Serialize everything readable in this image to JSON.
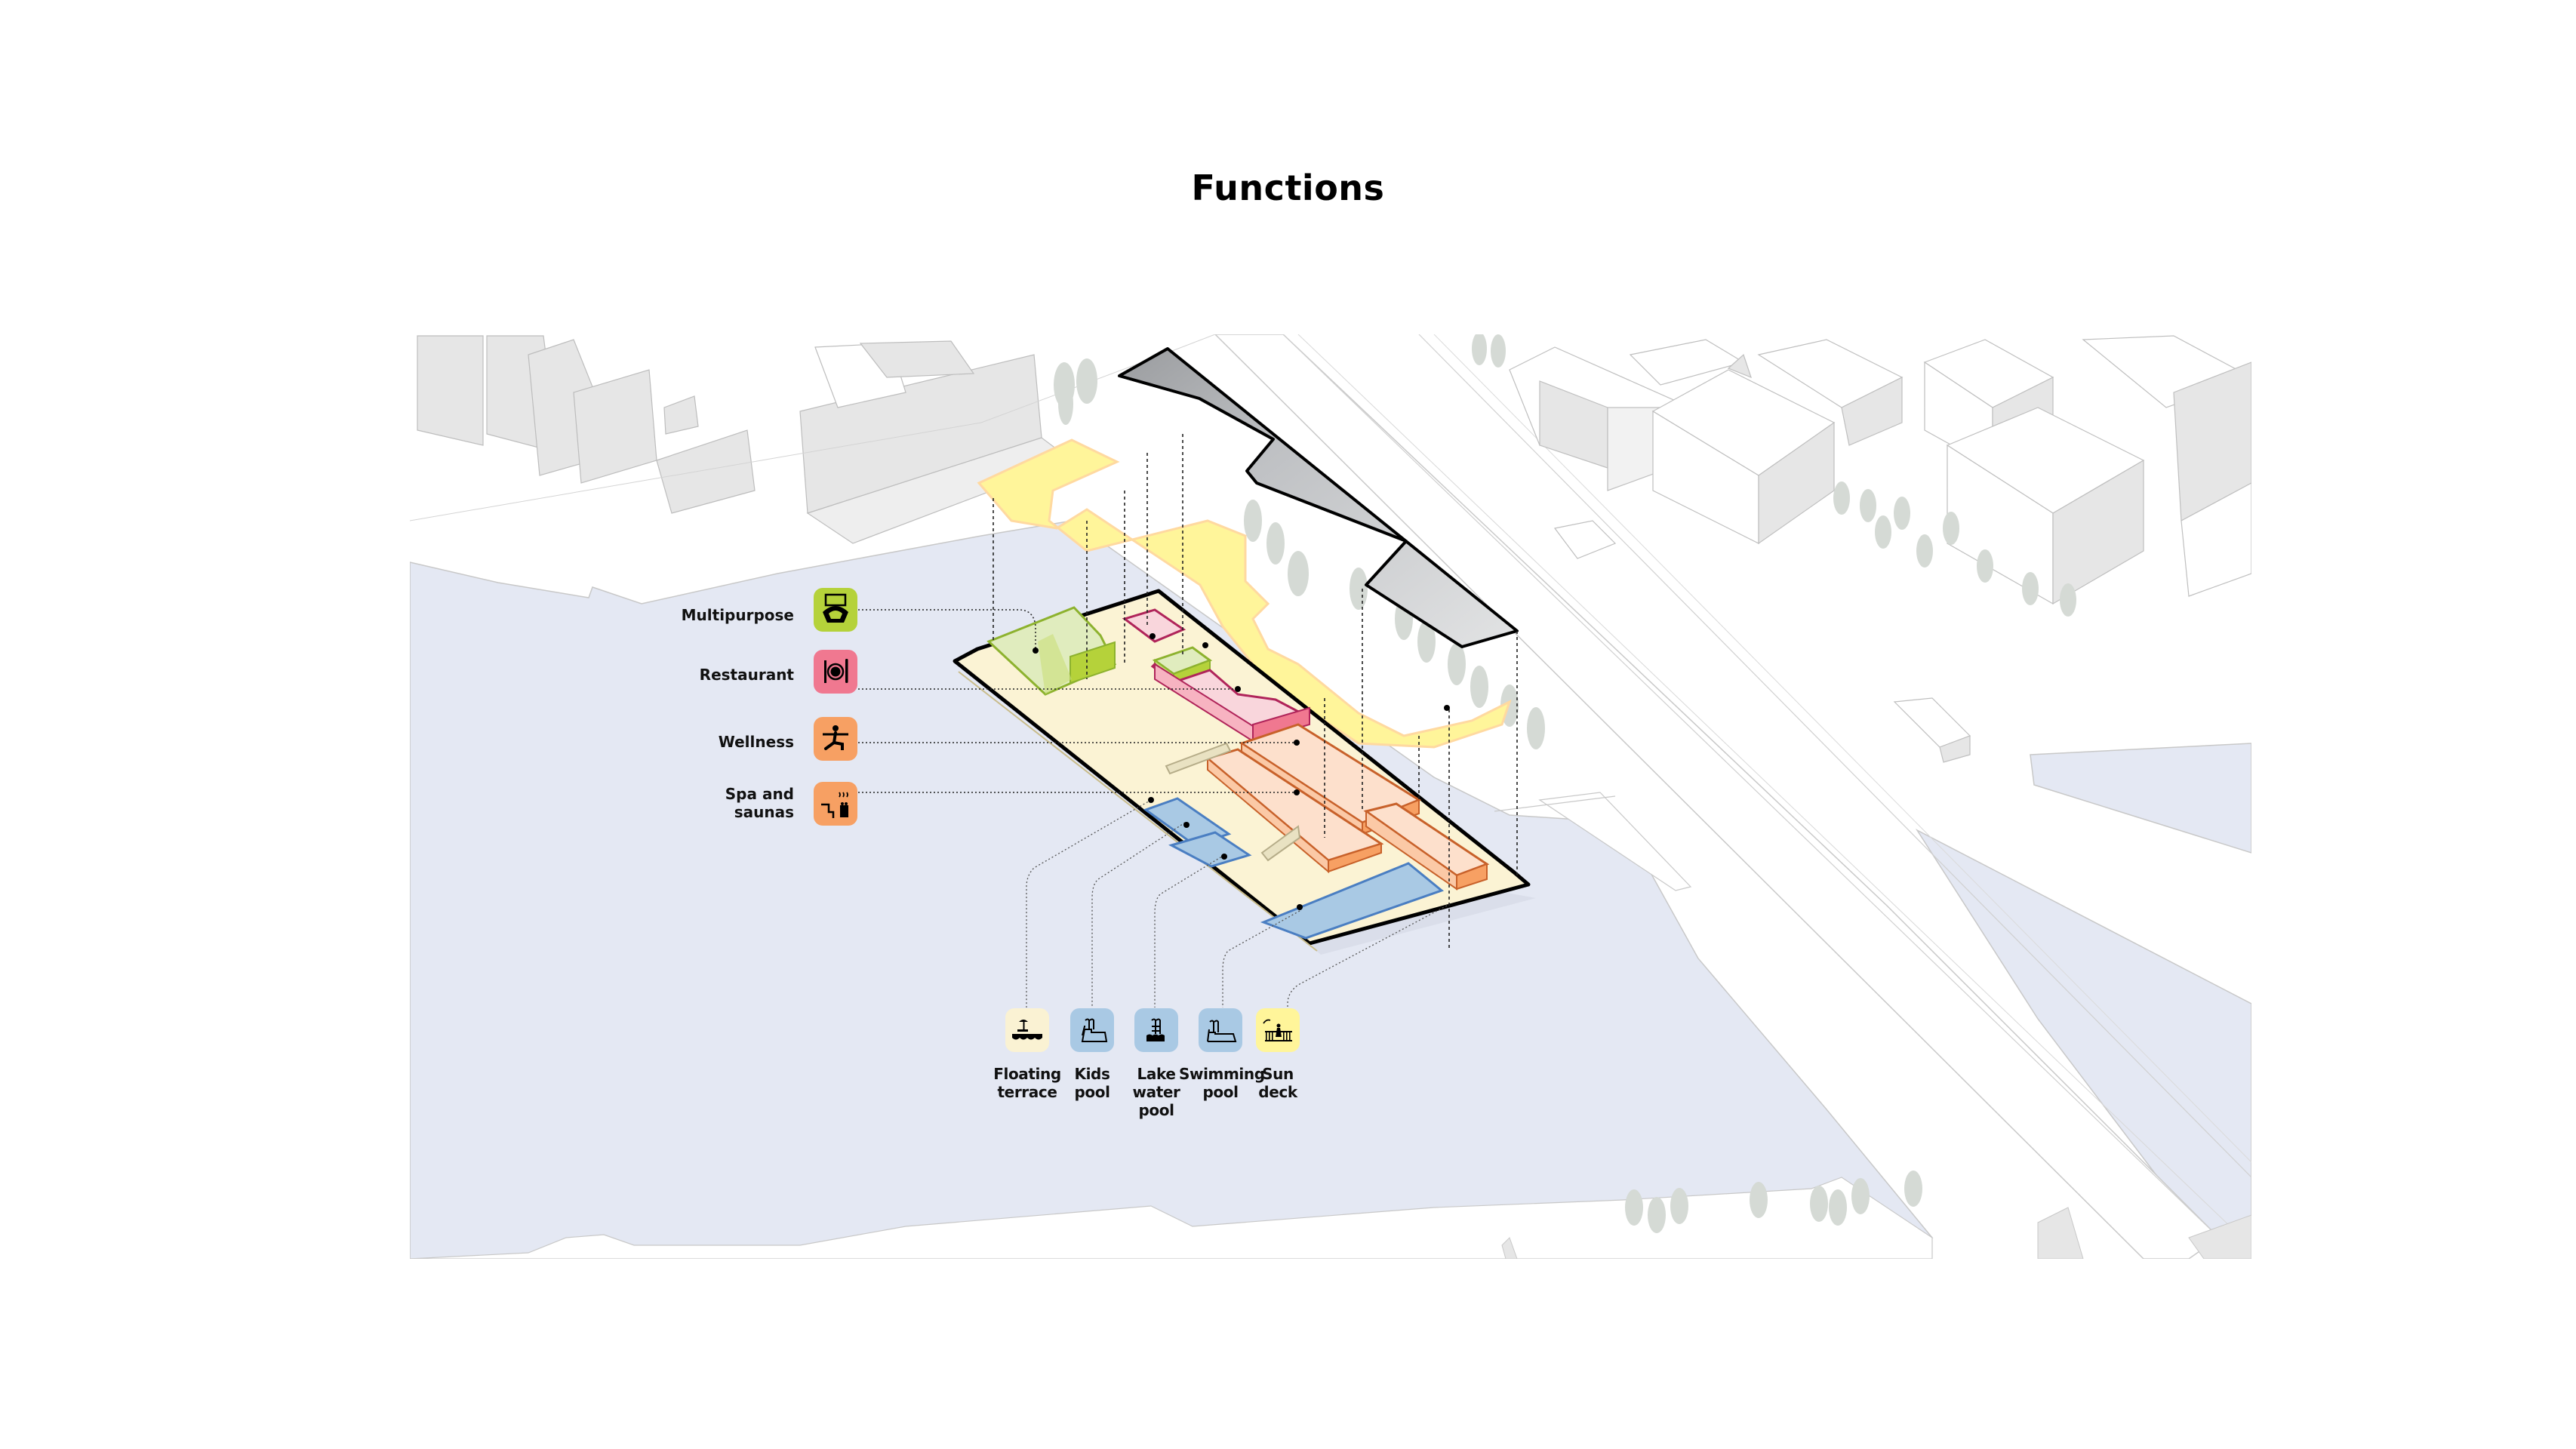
{
  "title": "Functions",
  "colors": {
    "water": "#E4E8F3",
    "land": "#FFFFFF",
    "building_shade": "#E5E5E5",
    "tree": "#D5DAD5",
    "deck": "#FBF3D4",
    "multipurpose": "#B5D23A",
    "multipurpose_light": "#E0ECBE",
    "restaurant": "#F07890",
    "restaurant_light": "#F9D6DC",
    "wellness": "#F7A063",
    "wellness_light": "#FDE0CC",
    "pool": "#A9C9E4",
    "pool_stroke": "#4A7EC2",
    "sun_deck": "#FFF59A",
    "floating_terrace": "#FAF2D3",
    "dark_building": "#BEC0C3"
  },
  "legend_left": [
    {
      "id": "multipurpose",
      "label": "Multipurpose",
      "icon": "conference-table-icon",
      "color": "#B5D23A"
    },
    {
      "id": "restaurant",
      "label": "Restaurant",
      "icon": "plate-cutlery-icon",
      "color": "#F07890"
    },
    {
      "id": "wellness",
      "label": "Wellness",
      "icon": "yoga-pose-icon",
      "color": "#F7A063"
    },
    {
      "id": "spa",
      "label_line1": "Spa and",
      "label_line2": "saunas",
      "icon": "sauna-steam-icon",
      "color": "#F7A063"
    }
  ],
  "legend_bottom": [
    {
      "id": "floating-terrace",
      "line1": "Floating",
      "line2": "terrace",
      "line3": "",
      "icon": "floating-terrace-icon",
      "color": "#FAF2D3"
    },
    {
      "id": "kids-pool",
      "line1": "Kids",
      "line2": "pool",
      "line3": "",
      "icon": "kids-pool-icon",
      "color": "#A9C9E4"
    },
    {
      "id": "lake-water-pool",
      "line1": "Lake",
      "line2": "water",
      "line3": "pool",
      "icon": "lake-pool-icon",
      "color": "#A9C9E4"
    },
    {
      "id": "swimming-pool",
      "line1": "Swimming",
      "line2": "pool",
      "line3": "",
      "icon": "swimming-pool-icon",
      "color": "#A9C9E4"
    },
    {
      "id": "sun-deck",
      "line1": "Sun",
      "line2": "deck",
      "line3": "",
      "icon": "sun-deck-icon",
      "color": "#FFF59A"
    }
  ]
}
